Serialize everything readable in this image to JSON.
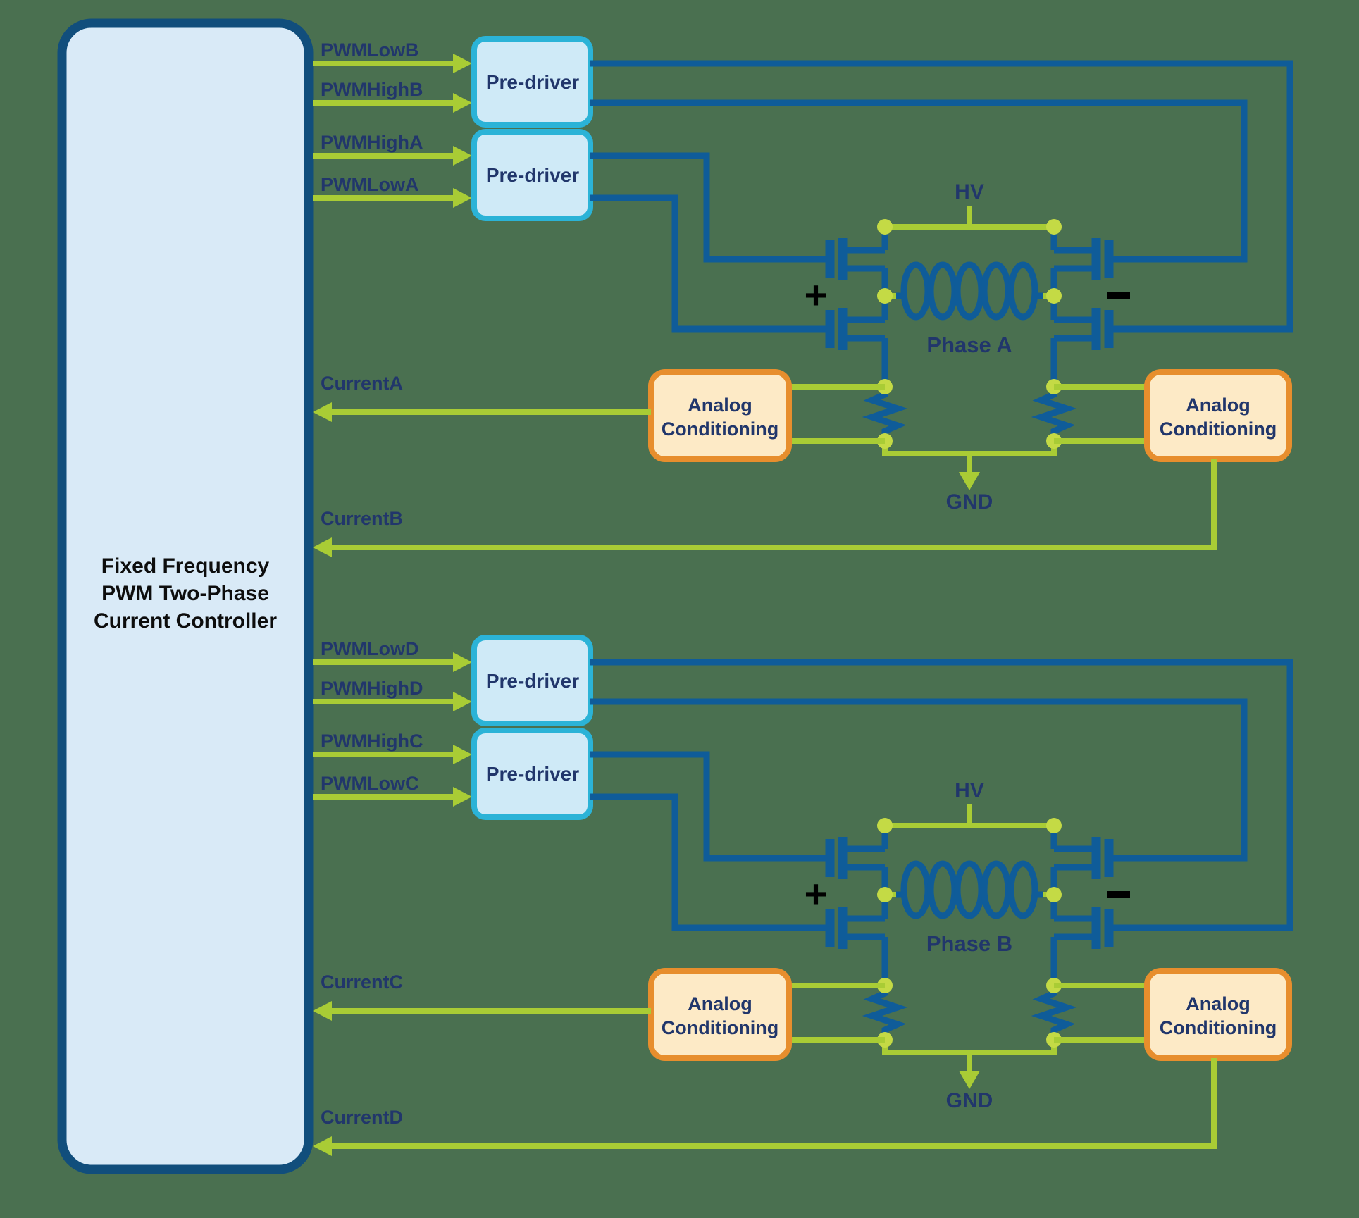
{
  "diagram_title_lines": [
    "Fixed Frequency",
    "PWM Two-Phase",
    "Current Controller"
  ],
  "sections": [
    {
      "phase_label": "Phase A",
      "hv_label": "HV",
      "gnd_label": "GND",
      "plus_label": "+",
      "minus_label": "-",
      "pwm_signals": [
        "PWMLowB",
        "PWMHighB",
        "PWMHighA",
        "PWMLowA"
      ],
      "pre_driver_labels": [
        "Pre-driver",
        "Pre-driver"
      ],
      "analog_blocks": [
        [
          "Analog",
          "Conditioning"
        ],
        [
          "Analog",
          "Conditioning"
        ]
      ],
      "current_signals": [
        "CurrentA",
        "CurrentB"
      ]
    },
    {
      "phase_label": "Phase B",
      "hv_label": "HV",
      "gnd_label": "GND",
      "plus_label": "+",
      "minus_label": "-",
      "pwm_signals": [
        "PWMLowD",
        "PWMHighD",
        "PWMHighC",
        "PWMLowC"
      ],
      "pre_driver_labels": [
        "Pre-driver",
        "Pre-driver"
      ],
      "analog_blocks": [
        [
          "Analog",
          "Conditioning"
        ],
        [
          "Analog",
          "Conditioning"
        ]
      ],
      "current_signals": [
        "CurrentC",
        "CurrentD"
      ]
    }
  ],
  "colors": {
    "background": "#4a7050",
    "wire_blue": "#0f5c99",
    "signal_green": "#a9cc35",
    "node_green": "#c4da45",
    "controller_fill": "#d9eaf7",
    "controller_border": "#114e7c",
    "predriver_fill": "#cfeaf7",
    "predriver_border": "#2bb3d7",
    "analog_fill": "#fdeac6",
    "analog_border": "#e78e2d",
    "text_navy": "#21366b",
    "title_color": "#0d0d0d"
  }
}
